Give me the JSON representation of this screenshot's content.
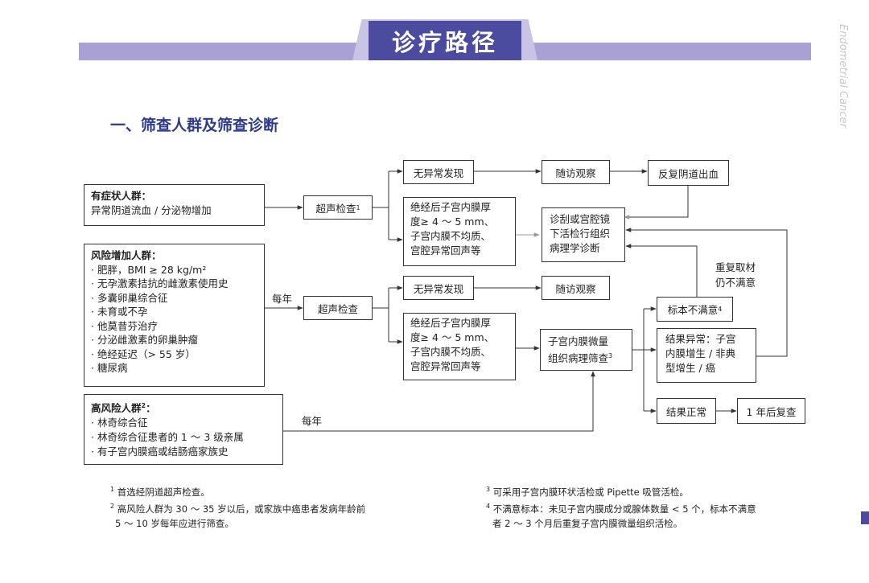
{
  "header": {
    "title": "诊疗路径",
    "side_label": "Endometrial Cancer"
  },
  "section": {
    "title": "一、筛查人群及筛查诊断"
  },
  "groups": {
    "symptomatic": {
      "title": "有症状人群：",
      "items": [
        "异常阴道流血 / 分泌物增加"
      ]
    },
    "increased_risk": {
      "title": "风险增加人群：",
      "items": [
        "· 肥胖，BMI ≥ 28 kg/m²",
        "· 无孕激素拮抗的雌激素使用史",
        "· 多囊卵巢综合征",
        "· 未育或不孕",
        "· 他莫昔芬治疗",
        "· 分泌雌激素的卵巢肿瘤",
        "· 绝经延迟（> 55 岁）",
        "· 糖尿病"
      ]
    },
    "high_risk": {
      "title": "高风险人群",
      "title_sup": "2",
      "title_suffix": "：",
      "items": [
        "· 林奇综合征",
        "· 林奇综合征患者的 1 ～ 3 级亲属",
        "· 有子宫内膜癌或结肠癌家族史"
      ]
    }
  },
  "flow": {
    "ultrasound_1": "超声检查",
    "ultrasound_1_sup": "1",
    "ultrasound_2": "超声检查",
    "no_abnormal_1": "无异常发现",
    "no_abnormal_2": "无异常发现",
    "follow_up_1": "随访观察",
    "follow_up_2": "随访观察",
    "recurrent_bleeding": "反复阴道出血",
    "abnormal_findings_1": [
      "绝经后子宫内膜厚",
      "度≥ 4 ～ 5 mm、",
      "子宫内膜不均质、",
      "宫腔异常回声等"
    ],
    "abnormal_findings_2": [
      "绝经后子宫内膜厚",
      "度≥ 4 ～ 5 mm、",
      "子宫内膜不均质、",
      "宫腔异常回声等"
    ],
    "curettage": [
      "诊刮或宫腔镜",
      "下活检行组织",
      "病理学诊断"
    ],
    "micro_biopsy": [
      "子宫内膜微量",
      "组织病理筛查"
    ],
    "micro_biopsy_sup": "3",
    "unsatisfactory": "标本不满意",
    "unsatisfactory_sup": "4",
    "result_abnormal": [
      "结果异常：子宫",
      "内膜增生 / 非典",
      "型增生 / 癌"
    ],
    "result_normal": "结果正常",
    "recheck": "1 年后复查",
    "yearly_1": "每年",
    "yearly_2": "每年",
    "resample": [
      "重复取材",
      "仍不满意"
    ]
  },
  "footnotes": {
    "left": [
      {
        "mark": "1",
        "lines": [
          "首选经阴道超声检查。"
        ]
      },
      {
        "mark": "2",
        "lines": [
          "高风险人群为 30 ～ 35 岁以后，或家族中癌患者发病年龄前",
          "5 ～ 10 岁每年应进行筛查。"
        ]
      }
    ],
    "right": [
      {
        "mark": "3",
        "lines": [
          "可采用子宫内膜环状活检或 Pipette 吸管活检。"
        ]
      },
      {
        "mark": "4",
        "lines": [
          "不满意标本：未见子宫内膜成分或腺体数量 < 5 个，标本不满意",
          "者 2 ～ 3 个月后重复子宫内膜微量组织活检。"
        ]
      }
    ]
  },
  "colors": {
    "banner_dark": "#4b4ca0",
    "banner_light": "#a9a1d4",
    "section_title": "#2e3a8c"
  }
}
